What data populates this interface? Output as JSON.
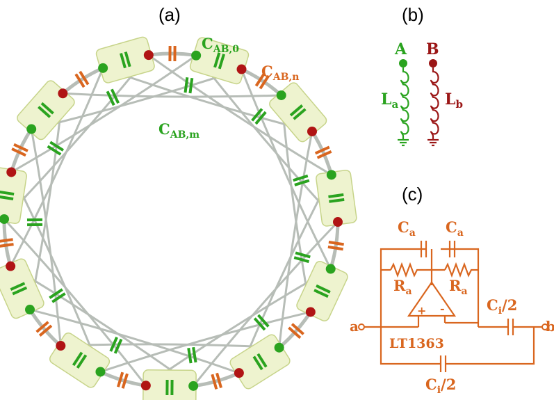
{
  "panels": {
    "a": "(a)",
    "b": "(b)",
    "c": "(c)"
  },
  "panel_a": {
    "label_cab0": {
      "main": "C",
      "sub": "AB,0"
    },
    "label_cabn": {
      "main": "C",
      "sub": "AB,n"
    },
    "label_cabm": {
      "main": "C",
      "sub": "AB,m"
    }
  },
  "panel_b": {
    "node_a": "A",
    "node_b": "B",
    "inductor_a": {
      "main": "L",
      "sub": "a"
    },
    "inductor_b": {
      "main": "L",
      "sub": "b"
    }
  },
  "panel_c": {
    "cap_left": {
      "main": "C",
      "sub": "a"
    },
    "cap_right": {
      "main": "C",
      "sub": "a"
    },
    "res_left": {
      "main": "R",
      "sub": "a"
    },
    "res_right": {
      "main": "R",
      "sub": "a"
    },
    "cap_i_top": {
      "main": "C",
      "sub": "i",
      "tail": "/2"
    },
    "cap_i_bottom": {
      "main": "C",
      "sub": "i",
      "tail": "/2"
    },
    "terminal_a": "a",
    "terminal_b": "b",
    "opamp": "LT1363",
    "plus": "+",
    "minus": "-"
  },
  "colors": {
    "green": "#2aa31f",
    "orange": "#d9661f",
    "dark_red": "#9b1616",
    "box_fill": "#eef3cf",
    "box_stroke": "#c7d48a",
    "wire_gray": "#b7bdb7"
  }
}
